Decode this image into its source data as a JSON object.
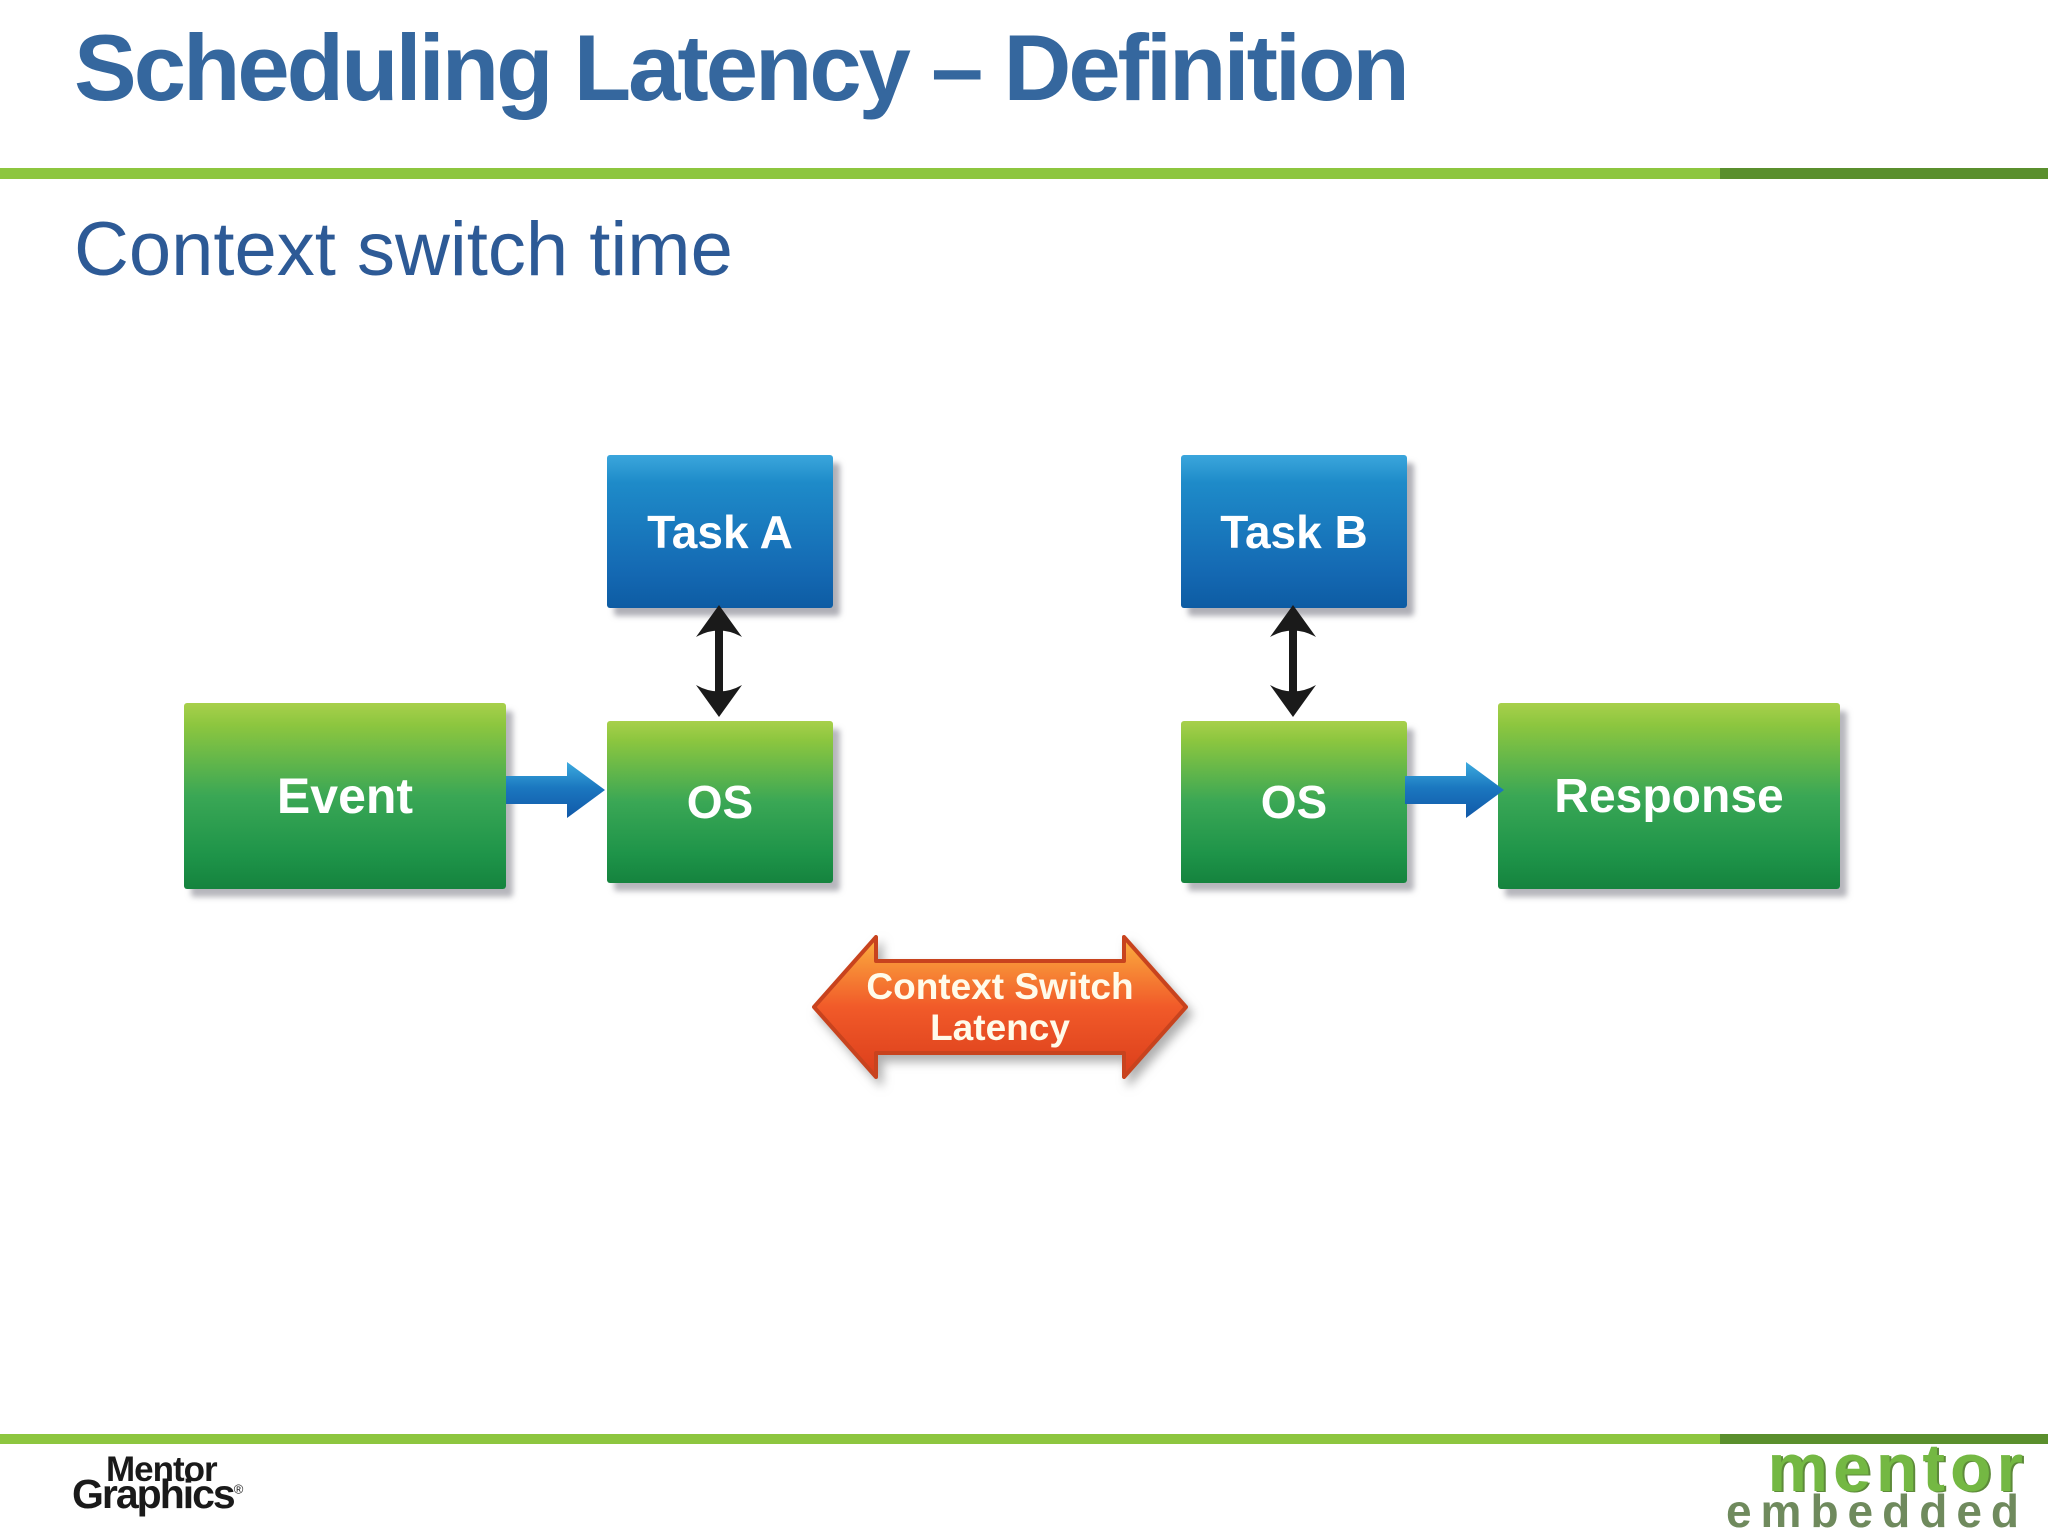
{
  "slide": {
    "title": "Scheduling Latency – Definition",
    "subtitle": "Context switch time"
  },
  "diagram": {
    "boxes": {
      "task_a": "Task A",
      "task_b": "Task B",
      "os_left": "OS",
      "os_right": "OS",
      "event": "Event",
      "response": "Response"
    },
    "latency_arrow": {
      "line1": "Context Switch",
      "line2": "Latency"
    }
  },
  "footer": {
    "mentor_graphics": {
      "line1": "Mentor",
      "line2": "Graphics",
      "reg": "®"
    },
    "mentor_embedded": {
      "line1": "mentor",
      "line2": "embedded"
    }
  },
  "colors": {
    "title_blue": "#35679E",
    "subtitle_blue": "#2D5A96",
    "rule_light_green": "#8DC63F",
    "rule_dark_green": "#5A8F2D",
    "box_blue_top": "#3BA6DC",
    "box_blue_bottom": "#0D5CA3",
    "box_green_top": "#8CC63F",
    "box_green_bottom": "#15833E",
    "connector_blue": "#1B75BC",
    "latency_orange": "#F15A29",
    "latency_outline": "#C8431E",
    "arrow_black": "#1A1A1A",
    "mentor_green": "#74B843",
    "embedded_green": "#6F8A5D"
  }
}
